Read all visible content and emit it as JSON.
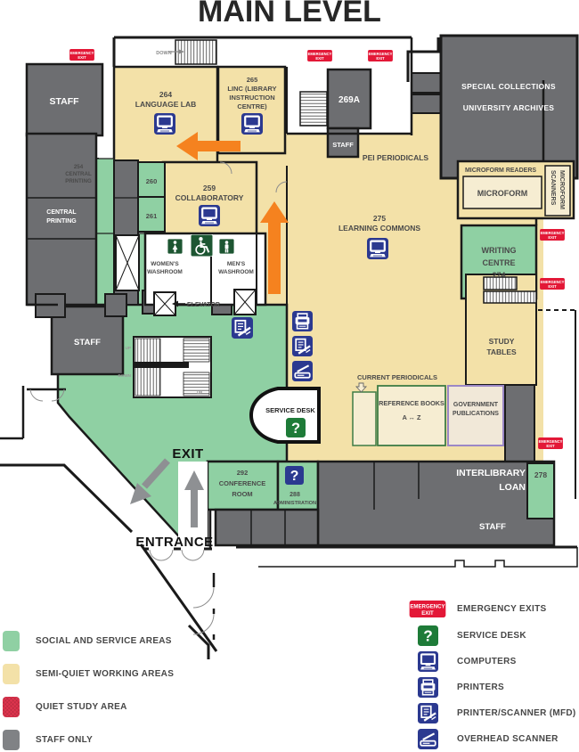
{
  "title": "MAIN LEVEL",
  "map": {
    "badge": [
      "EMERGENCY",
      "EXIT"
    ],
    "rooms": {
      "staff_tl": "STAFF",
      "down_label": "DOWN",
      "lang_lab": [
        "264",
        "LANGUAGE  LAB"
      ],
      "linc": [
        "265",
        "LINC (LIBRARY",
        "INSTRUCTION",
        "CENTRE)"
      ],
      "r269a": "269A",
      "staff_269": "STAFF",
      "special_collections": [
        "SPECIAL COLLECTIONS",
        "UNIVERSITY ARCHIVES"
      ],
      "pei": "PEI PERIODICALS",
      "microform_readers": "MICROFORM READERS",
      "microform": "MICROFORM",
      "microform_scanners": [
        "MICROFORM",
        "SCANNERS"
      ],
      "printing254": [
        "254",
        "CENTRAL",
        "PRINTING"
      ],
      "r260": "260",
      "r261": "261",
      "central_printing": [
        "CENTRAL",
        "PRINTING"
      ],
      "collaboratory": [
        "259",
        "COLLABORATORY"
      ],
      "womens": [
        "WOMEN'S",
        "WASHROOM"
      ],
      "mens": [
        "MEN'S",
        "WASHROOM"
      ],
      "elevator": "ELEVATOR",
      "staff_mid": "STAFF",
      "learning_commons": [
        "275",
        "LEARNING COMMONS"
      ],
      "writing_centre": [
        "WRITING",
        "CENTRE",
        "274"
      ],
      "study_tables": [
        "STUDY",
        "TABLES"
      ],
      "current_periodicals": "CURRENT PERIODICALS",
      "reference_books": [
        "REFERENCE BOOKS",
        "A ↔ Z"
      ],
      "gov_pubs": [
        "GOVERNMENT",
        "PUBLICATIONS"
      ],
      "service_desk": "SERVICE DESK",
      "exit": "EXIT",
      "entrance": "ENTRANCE",
      "conference": [
        "292",
        "CONFERENCE",
        "ROOM"
      ],
      "administration": [
        "288",
        "ADMINISTRATION"
      ],
      "interlibrary": [
        "INTERLIBRARY",
        "LOAN"
      ],
      "r278": "278",
      "staff_br": "STAFF",
      "up_small": "UP",
      "down_small": "DOWN"
    }
  },
  "icons": {
    "question_mark": "?"
  },
  "legend": {
    "areas": [
      {
        "label": "SOCIAL AND SERVICE AREAS",
        "color": "#8fd0a3"
      },
      {
        "label": "SEMI-QUIET WORKING AREAS",
        "color": "#f3e1a8"
      },
      {
        "label": "QUIET STUDY AREA",
        "color": "#e0344e"
      },
      {
        "label": "STAFF ONLY",
        "color": "#808285"
      }
    ],
    "symbols": [
      {
        "label": "EMERGENCY EXITS",
        "icon": "emergency-exit-badge"
      },
      {
        "label": "SERVICE DESK",
        "icon": "service-desk-icon"
      },
      {
        "label": "COMPUTERS",
        "icon": "computer-icon"
      },
      {
        "label": "PRINTERS",
        "icon": "printer-icon"
      },
      {
        "label": "PRINTER/SCANNER (MFD)",
        "icon": "printer-scanner-mfd-icon"
      },
      {
        "label": "OVERHEAD SCANNER",
        "icon": "overhead-scanner-icon"
      }
    ]
  },
  "colors": {
    "social_green": "#8fd0a3",
    "semi_quiet_tan": "#f3e1a8",
    "quiet_red": "#e0344e",
    "staff_gray": "#6d6e71",
    "wall": "#1a1a1a",
    "icon_blue": "#2b3990",
    "icon_green": "#1e7b38",
    "washroom_green": "#1d5632",
    "emergency_red": "#e31837",
    "arrow_orange": "#f5821f",
    "arrow_gray": "#8e9093",
    "box_beige": "#f6edd2",
    "border_green": "#3e7c45",
    "border_purple": "#9b87c6"
  }
}
